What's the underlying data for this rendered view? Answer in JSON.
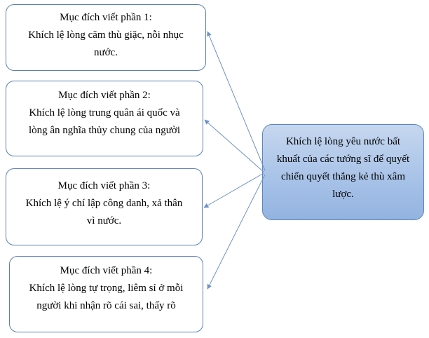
{
  "diagram": {
    "source": {
      "lines": [
        "Khích lệ lòng yêu nước bất",
        "khuất của các tướng sĩ để quyết",
        "chiến quyết thắng kẻ thù xâm",
        "lược."
      ]
    },
    "targets": [
      {
        "lines": [
          "Mục đích viết phần 1:",
          "Khích lệ lòng căm thù giặc, nỗi nhục",
          "nước."
        ]
      },
      {
        "lines": [
          "Mục đích viết phần 2:",
          "Khích lệ lòng trung quân ái quốc và",
          "lòng ân nghĩa thủy chung của người"
        ]
      },
      {
        "lines": [
          "Mục đích viết phần 3:",
          "Khích lệ ý chí lập công danh, xả thân",
          "vì nước."
        ]
      },
      {
        "lines": [
          "Mục đích viết phần 4:",
          "Khích lệ lòng tự trọng, liêm sỉ ở mỗi",
          "người khi nhận rõ cái sai, thấy rõ"
        ]
      }
    ],
    "colors": {
      "box_border": "#5b7fb3",
      "source_fill_top": "#c6d7ef",
      "source_fill_bottom": "#93b3e0",
      "arrow": "#6f93c8"
    }
  }
}
